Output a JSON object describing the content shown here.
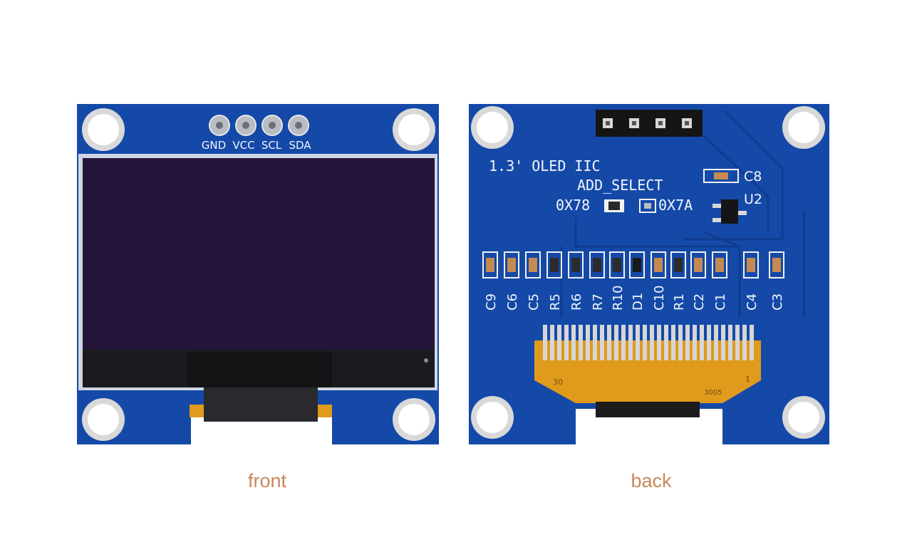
{
  "front": {
    "caption": "front",
    "pins": [
      "GND",
      "VCC",
      "SCL",
      "SDA"
    ]
  },
  "back": {
    "caption": "back",
    "title": "1.3' OLED IIC",
    "addr_select": "ADD_SELECT",
    "addr_left": "0X78",
    "addr_right": "0X7A",
    "c8_label": "C8",
    "u2_label": "U2",
    "components": [
      "C9",
      "C6",
      "C5",
      "R5",
      "R6",
      "R7",
      "R10",
      "D1",
      "C10",
      "R1",
      "C2",
      "C1",
      "C4",
      "C3"
    ],
    "fpc_left": "30",
    "fpc_right": "1",
    "fpc_code": "3005"
  },
  "colors": {
    "pcb": "#1449a8",
    "pcb_dark": "#0f3c8f",
    "screen": "#24143a",
    "fpc": "#e09a1c",
    "caption": "#c8875a"
  }
}
